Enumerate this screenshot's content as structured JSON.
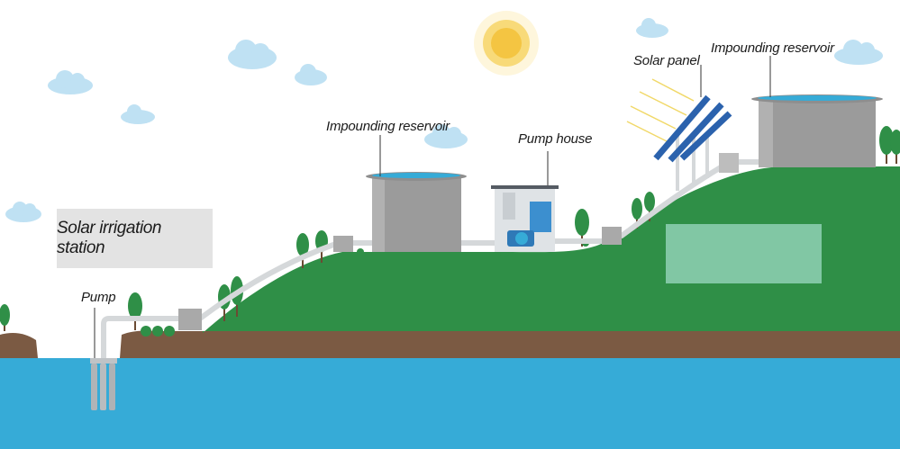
{
  "title": "Solar irrigation station",
  "labels": {
    "pump": "Pump",
    "reservoir_middle": "Impounding reservoir",
    "pump_house": "Pump house",
    "solar_panel": "Solar panel",
    "reservoir_top": "Impounding reservoir"
  },
  "colors": {
    "water": "#36abd7",
    "soil": "#7b5a43",
    "grass": "#2f8f47",
    "tank": "#9b9b9b",
    "pipe": "#d5d8da",
    "solar_panel": "#2b62ad",
    "sun": "#f4c542",
    "cloud": "#bfe1f3"
  }
}
